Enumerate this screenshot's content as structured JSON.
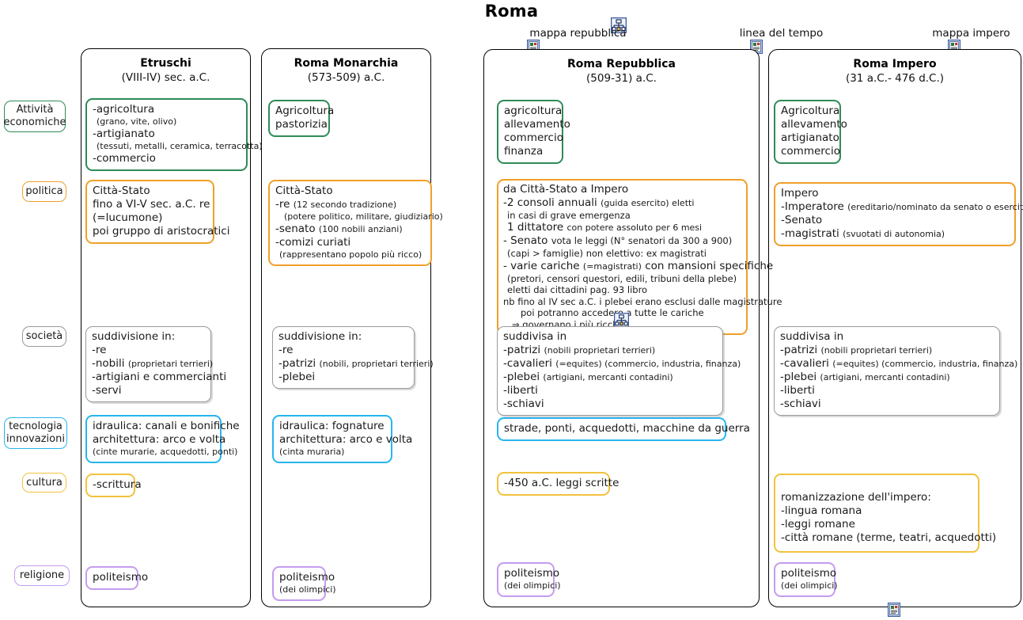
{
  "page": {
    "title": "Roma"
  },
  "top_links": [
    {
      "label": "mappa repubblica",
      "icon": "document-image-icon"
    },
    {
      "label": "linea del tempo",
      "icon": "document-image-icon"
    },
    {
      "label": "mappa impero",
      "icon": "document-image-icon"
    }
  ],
  "title_icon": "org-chart-icon",
  "bottom_icon": "document-image-icon",
  "republic_politics_icon": "org-chart-icon",
  "colors": {
    "green": "#2e8b57",
    "orange": "#f0a02a",
    "gray": "#9a9a9a",
    "cyan": "#27b5ef",
    "yellow": "#f2c23e",
    "purple": "#c49cf0",
    "border": "#000000"
  },
  "categories": [
    {
      "id": "attivita-economiche",
      "label_line1": "Attività",
      "label_line2": "economiche",
      "color": "green"
    },
    {
      "id": "politica",
      "label_line1": "politica",
      "label_line2": "",
      "color": "orange"
    },
    {
      "id": "societa",
      "label_line1": "società",
      "label_line2": "",
      "color": "gray"
    },
    {
      "id": "tecnologia",
      "label_line1": "tecnologia",
      "label_line2": "innovazioni",
      "color": "cyan"
    },
    {
      "id": "cultura",
      "label_line1": "cultura",
      "label_line2": "",
      "color": "yellow"
    },
    {
      "id": "religione",
      "label_line1": "religione",
      "label_line2": "",
      "color": "purple"
    }
  ],
  "eras": [
    {
      "id": "etruschi",
      "name": "Etruschi",
      "years": "(VIII-IV) sec. a.C."
    },
    {
      "id": "monarchia",
      "name": "Roma Monarchia",
      "years": "(573-509) a.C."
    },
    {
      "id": "repubblica",
      "name": "Roma Repubblica",
      "years": "(509-31) a.C."
    },
    {
      "id": "impero",
      "name": "Roma Impero",
      "years": "(31 a.C.- 476 d.C.)"
    }
  ],
  "cells": {
    "etruschi": {
      "economia": {
        "l1": "-agricoltura",
        "l2": "(grano, vite, olivo)",
        "l3": "-artigianato",
        "l4": "(tessuti, metalli, ceramica, terracotta)",
        "l5": "-commercio"
      },
      "politica": {
        "l1": "Città-Stato",
        "l2": "fino a VI-V sec. a.C. re",
        "l3": "(=lucumone)",
        "l4": "poi gruppo di aristocratici"
      },
      "societa": {
        "l1": "suddivisione in:",
        "l2": "-re",
        "l3a": "-nobili",
        "l3b": "(proprietari terrieri)",
        "l4": "-artigiani e commercianti",
        "l5": "-servi"
      },
      "tecnologia": {
        "l1": "idraulica: canali e bonifiche",
        "l2": "architettura: arco e volta",
        "l3": "(cinte murarie, acquedotti, ponti)"
      },
      "cultura": {
        "l1": "-scrittura"
      },
      "religione": {
        "l1": "politeismo",
        "l2": ""
      }
    },
    "monarchia": {
      "economia": {
        "l1": "Agricoltura",
        "l2": "pastorizia"
      },
      "politica": {
        "l1": "Città-Stato",
        "l2a": "-re",
        "l2b": "(12 secondo tradizione)",
        "l3": "(potere politico, militare, giudiziario)",
        "l4a": "-senato",
        "l4b": "(100 nobili anziani)",
        "l5": "-comizi curiati",
        "l6": "(rappresentano popolo più ricco)"
      },
      "societa": {
        "l1": "suddivisione in:",
        "l2": "-re",
        "l3a": "-patrizi",
        "l3b": "(nobili, proprietari terrieri)",
        "l4": "-plebei"
      },
      "tecnologia": {
        "l1": "idraulica: fognature",
        "l2": "architettura: arco e volta",
        "l3": "(cinta muraria)"
      },
      "religione": {
        "l1": "politeismo",
        "l2": "(dei olimpici)"
      }
    },
    "repubblica": {
      "economia": {
        "l1": "agricoltura",
        "l2": "allevamento",
        "l3": "commercio",
        "l4": "finanza"
      },
      "politica": {
        "l1": "da Città-Stato a Impero",
        "l2a": "-2 consoli annuali",
        "l2b": "(guida esercito) eletti",
        "l3": "in casi di grave emergenza",
        "l4a": "1 dittatore",
        "l4b": "con potere assoluto per 6 mesi",
        "l5a": "- Senato",
        "l5b": "vota le leggi (N° senatori da 300 a 900)",
        "l6": "(capi > famiglie) non elettivo: ex magistrati",
        "l7a": "- varie cariche",
        "l7b": "(=magistrati)",
        "l7c": "con mansioni specifiche",
        "l8": "(pretori, censori questori, edili, tribuni della plebe)",
        "l9": "eletti dai cittadini  pag. 93 libro",
        "l10": "nb fino al IV sec a.C. i plebei erano esclusi dalle magistrature",
        "l11": "poi potranno accedere a tutte le cariche",
        "l12": "⇒ governano i più ricchi"
      },
      "societa": {
        "l1": "suddivisa in",
        "l2a": "-patrizi",
        "l2b": "(nobili proprietari terrieri)",
        "l3a": "-cavalieri",
        "l3b": "(=equites) (commercio, industria, finanza)",
        "l4a": "-plebei",
        "l4b": "(artigiani, mercanti contadini)",
        "l5": "-liberti",
        "l6": "-schiavi"
      },
      "tecnologia": {
        "l1": "strade, ponti, acquedotti, macchine da guerra"
      },
      "cultura": {
        "l1": "-450 a.C. leggi scritte"
      },
      "religione": {
        "l1": "politeismo",
        "l2": "(dei olimpici)"
      }
    },
    "impero": {
      "economia": {
        "l1": "Agricoltura",
        "l2": "allevamento",
        "l3": "artigianato",
        "l4": "commercio"
      },
      "politica": {
        "l1": "Impero",
        "l2a": "-Imperatore",
        "l2b": "(ereditario/nominato da senato o esercito)",
        "l3": "-Senato",
        "l4a": "-magistrati",
        "l4b": "(svuotati di autonomia)"
      },
      "societa": {
        "l1": "suddivisa in",
        "l2a": "-patrizi",
        "l2b": "(nobili proprietari terrieri)",
        "l3a": "-cavalieri",
        "l3b": "(=equites) (commercio, industria, finanza)",
        "l4a": "-plebei",
        "l4b": "(artigiani, mercanti contadini)",
        "l5": "-liberti",
        "l6": "-schiavi"
      },
      "cultura": {
        "l1": "romanizzazione dell'impero:",
        "l2": "-lingua romana",
        "l3": "-leggi romane",
        "l4": "-città romane (terme, teatri, acquedotti)"
      },
      "religione": {
        "l1": "politeismo",
        "l2": "(dei olimpici)"
      }
    }
  }
}
